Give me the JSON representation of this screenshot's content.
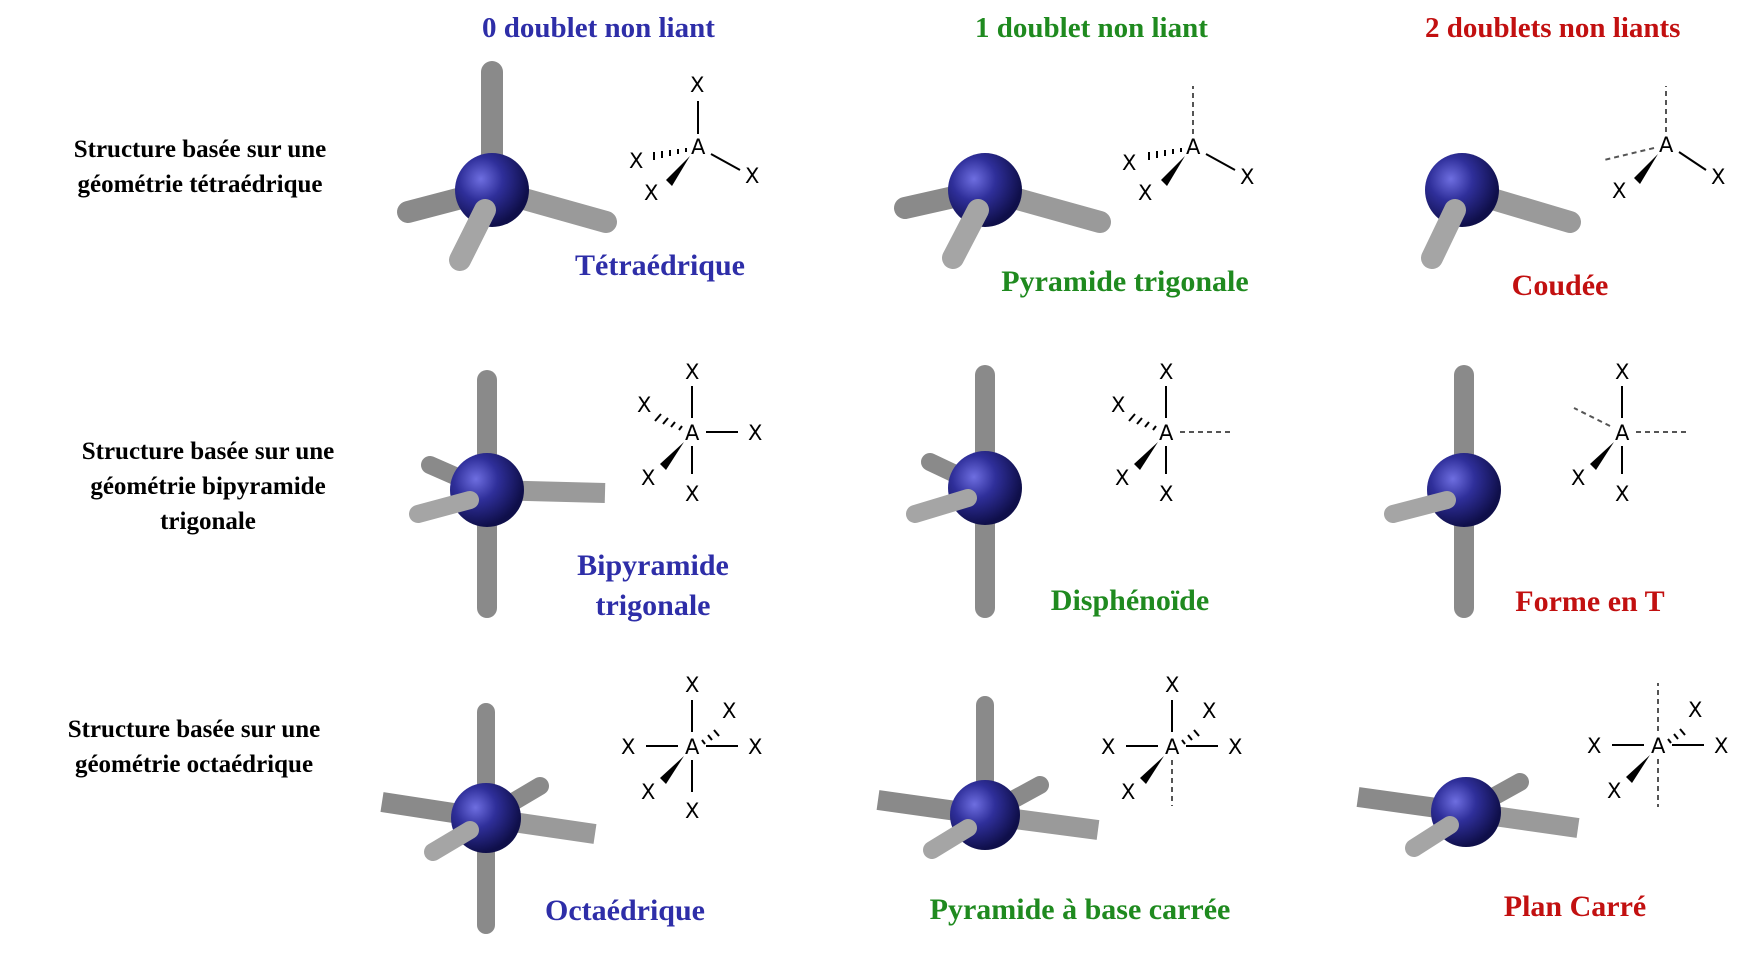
{
  "header": {
    "col1": "0 doublet non liant",
    "col2": "1 doublet non liant",
    "col3": "2 doublets non liants"
  },
  "rows": {
    "tetra_line1": "Structure basée sur une",
    "tetra_line2": "géométrie tétraédrique",
    "bipy_line1": "Structure basée sur une",
    "bipy_line2": "géométrie bipyramide",
    "bipy_line3": "trigonale",
    "octa_line1": "Structure basée sur une",
    "octa_line2": "géométrie octaédrique"
  },
  "shapes": {
    "tetraedrique": "Tétraédrique",
    "pyramide_trigonale": "Pyramide trigonale",
    "coudee": "Coudée",
    "bipyramide_line1": "Bipyramide",
    "bipyramide_line2": "trigonale",
    "disphenoide": "Disphénoïde",
    "forme_t": "Forme en T",
    "octaedrique": "Octaédrique",
    "pyramide_carree": "Pyramide à base carrée",
    "plan_carre": "Plan Carré"
  },
  "atoms": {
    "center": "A",
    "ligand": "X"
  },
  "colors": {
    "blue": "#2e2ea8",
    "green": "#1f8a1f",
    "red": "#c21010",
    "atom": "#2b2b8c",
    "rod": "#9a9a9a"
  }
}
